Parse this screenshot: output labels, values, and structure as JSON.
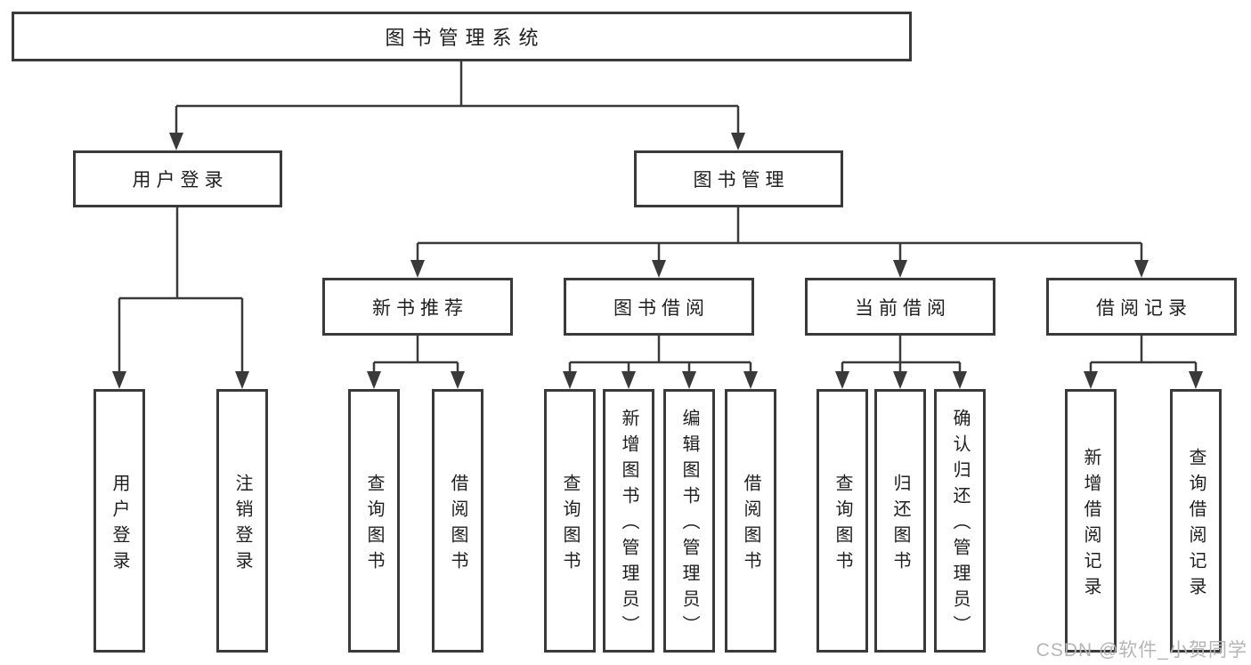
{
  "diagram": {
    "tree": {
      "label": "图书管理系统",
      "children": [
        {
          "label": "用户登录",
          "children": [
            {
              "label": "用户登录"
            },
            {
              "label": "注销登录"
            }
          ]
        },
        {
          "label": "图书管理",
          "children": [
            {
              "label": "新书推荐",
              "children": [
                {
                  "label": "查询图书"
                },
                {
                  "label": "借阅图书"
                }
              ]
            },
            {
              "label": "图书借阅",
              "children": [
                {
                  "label": "查询图书"
                },
                {
                  "label": "新增图书（管理员）"
                },
                {
                  "label": "编辑图书（管理员）"
                },
                {
                  "label": "借阅图书"
                }
              ]
            },
            {
              "label": "当前借阅",
              "children": [
                {
                  "label": "查询图书"
                },
                {
                  "label": "归还图书"
                },
                {
                  "label": "确认归还（管理员）"
                }
              ]
            },
            {
              "label": "借阅记录",
              "children": [
                {
                  "label": "新增借阅记录"
                },
                {
                  "label": "查询借阅记录"
                }
              ]
            }
          ]
        }
      ]
    },
    "colors": {
      "line": "#3a3a3a",
      "text": "#1f1f1f",
      "background": "#ffffff",
      "watermark": "#b5b5b5"
    },
    "watermark": "CSDN @软件_小贺同学"
  }
}
